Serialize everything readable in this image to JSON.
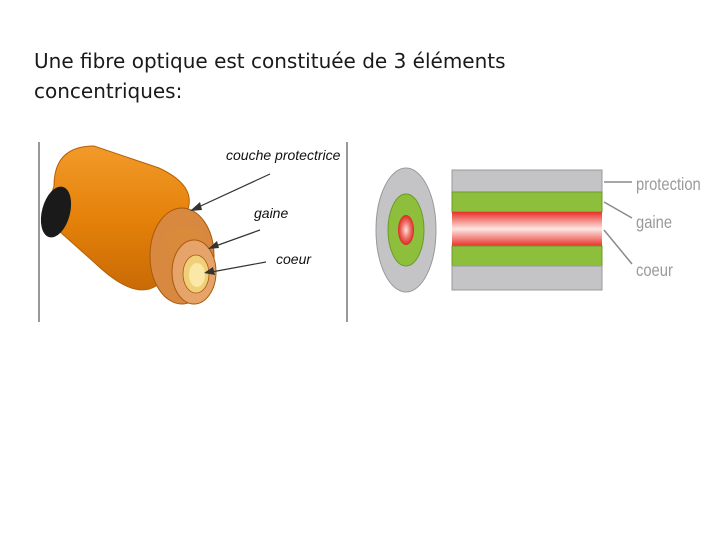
{
  "slide": {
    "text_line1": "Une fibre optique est constituée de 3 éléments",
    "text_line2": "concentriques:"
  },
  "left_diagram": {
    "label_outer": "couche protectrice",
    "label_middle": "gaine",
    "label_core": "coeur"
  },
  "right_diagram": {
    "label_protection": "protection",
    "label_gaine": "gaine",
    "label_coeur": "coeur"
  },
  "colors": {
    "jacket_orange": "#e5820a",
    "cladding_tan": "#e6a46a",
    "core_cream": "#fbe8a6",
    "gray_protection": "#c4c4c6",
    "green_gaine": "#8dbf3c",
    "red_core": "#e8322b"
  }
}
